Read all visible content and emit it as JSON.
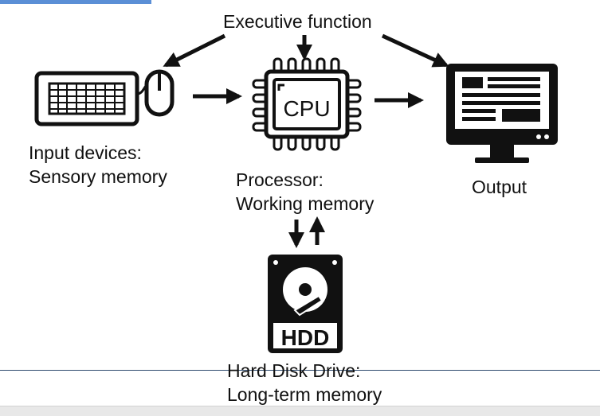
{
  "labels": {
    "executive": "Executive function",
    "input_line1": "Input devices:",
    "input_line2": "Sensory memory",
    "processor_line1": "Processor:",
    "processor_line2": "Working memory",
    "output": "Output",
    "hdd_line1": "Hard Disk Drive:",
    "hdd_line2": "Long-term memory"
  },
  "icons": {
    "cpu_text": "CPU",
    "hdd_text": "HDD"
  },
  "colors": {
    "ink": "#111111",
    "accent": "#5b8fd6",
    "divider": "#2e4a6e"
  }
}
